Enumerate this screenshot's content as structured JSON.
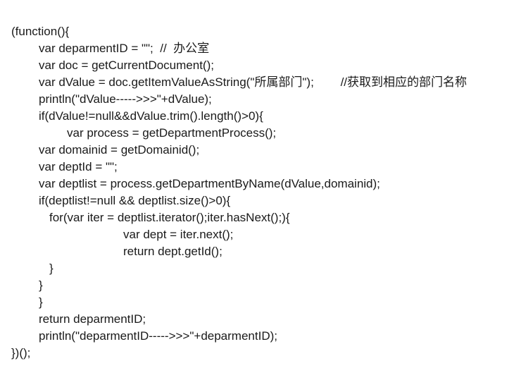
{
  "code": {
    "lines": [
      "(function(){",
      "var deparmentID = \"\";  //  办公室",
      "var doc = getCurrentDocument();",
      "var dValue = doc.getItemValueAsString(\"所属部门\");        //获取到相应的部门名称",
      "println(\"dValue----->>>\"+dValue);",
      "if(dValue!=null&&dValue.trim().length()>0){",
      "var process = getDepartmentProcess();",
      "var domainid = getDomainid();",
      "var deptId = \"\";",
      "var deptlist = process.getDepartmentByName(dValue,domainid);",
      "if(deptlist!=null && deptlist.size()>0){",
      "for(var iter = deptlist.iterator();iter.hasNext();){",
      "var dept = iter.next();",
      "return dept.getId();",
      "}",
      "}",
      "}",
      "return deparmentID;",
      "println(\"deparmentID----->>>\"+deparmentID);",
      "})();"
    ]
  }
}
